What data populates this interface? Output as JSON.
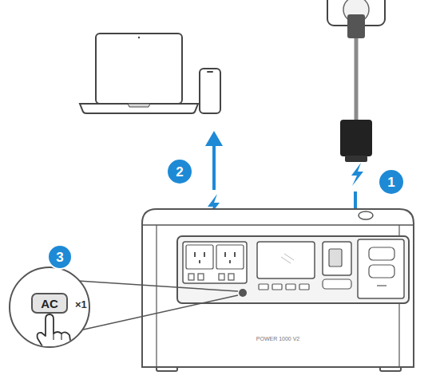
{
  "diagram": {
    "nodes": [
      {
        "text": [
          "2"
        ]
      },
      {
        "text": [
          "1"
        ]
      },
      {
        "text": [
          "3"
        ]
      },
      {
        "text": [
          "AC"
        ]
      }
    ],
    "labels": [
      "×1",
      "POWER 1000 V2"
    ]
  }
}
